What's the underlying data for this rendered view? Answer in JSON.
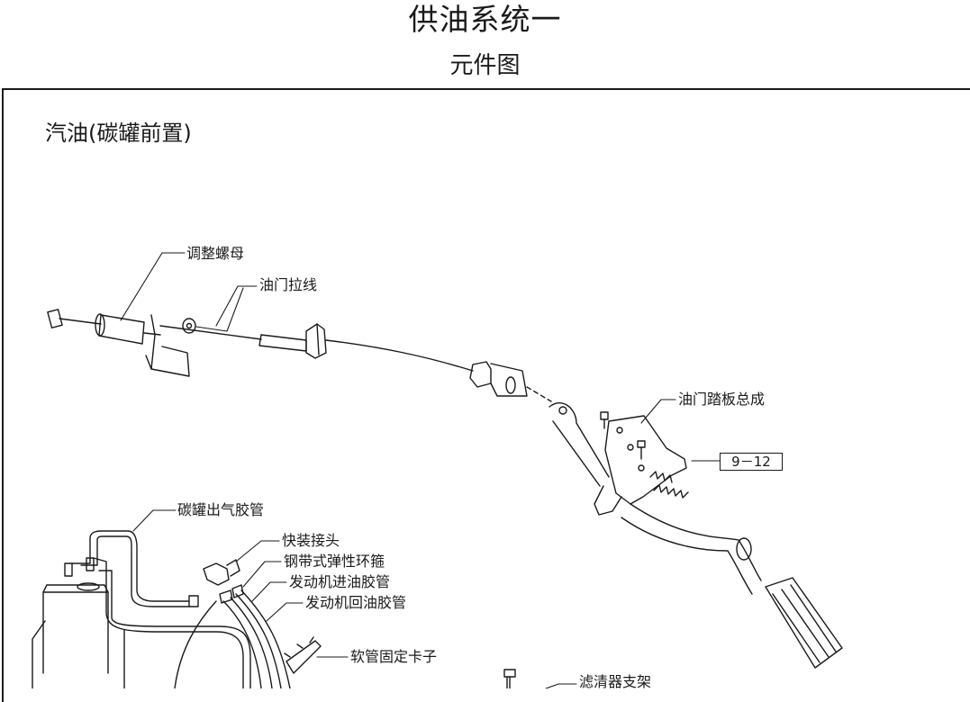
{
  "title": "供油系统一",
  "subtitle": "元件图",
  "section_label": "汽油(碳罐前置)",
  "callouts": {
    "adjust_nut": "调整螺母",
    "throttle_cable": "油门拉线",
    "pedal_assembly": "油门踏板总成",
    "canister_vent_hose": "碳罐出气胶管",
    "quick_connector": "快装接头",
    "spring_clamp": "钢带式弹性环箍",
    "engine_supply_hose": "发动机进油胶管",
    "engine_return_hose": "发动机回油胶管",
    "hose_clip": "软管固定卡子",
    "filter_bracket": "滤清器支架"
  },
  "torque_ref": "9－12"
}
